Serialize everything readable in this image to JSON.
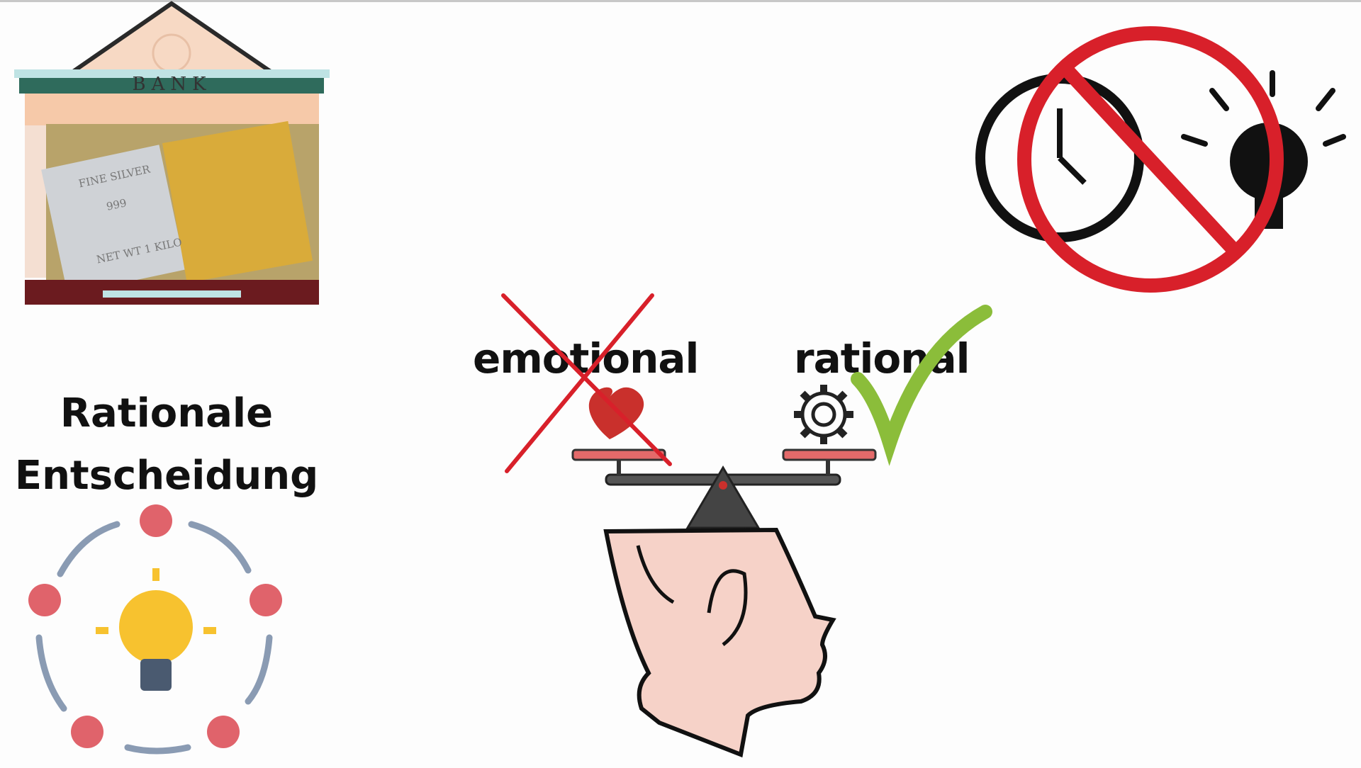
{
  "bank": {
    "sign": "BANK",
    "bar_labels": [
      "FINE SILVER",
      "999",
      "NET WT 1 KILO"
    ]
  },
  "title": {
    "line1": "Rationale",
    "line2": "Entscheidung"
  },
  "scale": {
    "left_label": "emotional",
    "right_label": "rational"
  },
  "colors": {
    "red": "#d8202a",
    "green": "#8bbd3a",
    "heart": "#c9302c",
    "dot": "#e0636b",
    "arrow": "#8a9bb3",
    "bulb": "#f7c22f"
  }
}
